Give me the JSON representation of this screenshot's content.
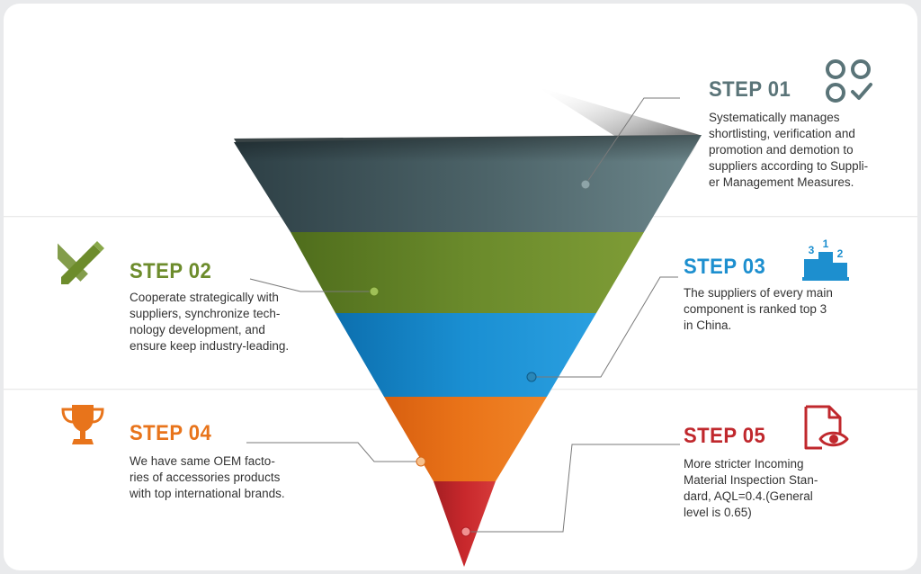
{
  "steps": [
    {
      "title": "STEP 01",
      "color": "#5a7478",
      "icon": "circles-check-icon",
      "body": "Systematically manages\nshortlisting, verification and\npromotion and demotion to\nsuppliers according to Suppli-\ner Management Measures."
    },
    {
      "title": "STEP 02",
      "color": "#6d8c2c",
      "icon": "pencil-ruler-icon",
      "body": "Cooperate strategically with\nsuppliers, synchronize tech-\nnology development, and\nensure keep industry-leading."
    },
    {
      "title": "STEP 03",
      "color": "#1d8fcf",
      "icon": "podium-icon",
      "body": "The suppliers of every main\ncomponent is ranked top 3\nin China."
    },
    {
      "title": "STEP 04",
      "color": "#e8741b",
      "icon": "trophy-icon",
      "body": "We have same OEM facto-\nries of accessories products\nwith top international brands."
    },
    {
      "title": "STEP 05",
      "color": "#c0282d",
      "icon": "document-eye-icon",
      "body": "More stricter Incoming\nMaterial Inspection Stan-\ndard, AQL=0.4.(General\nlevel is 0.65)"
    }
  ],
  "podium_labels": {
    "first": "1",
    "second": "2",
    "third": "3"
  }
}
